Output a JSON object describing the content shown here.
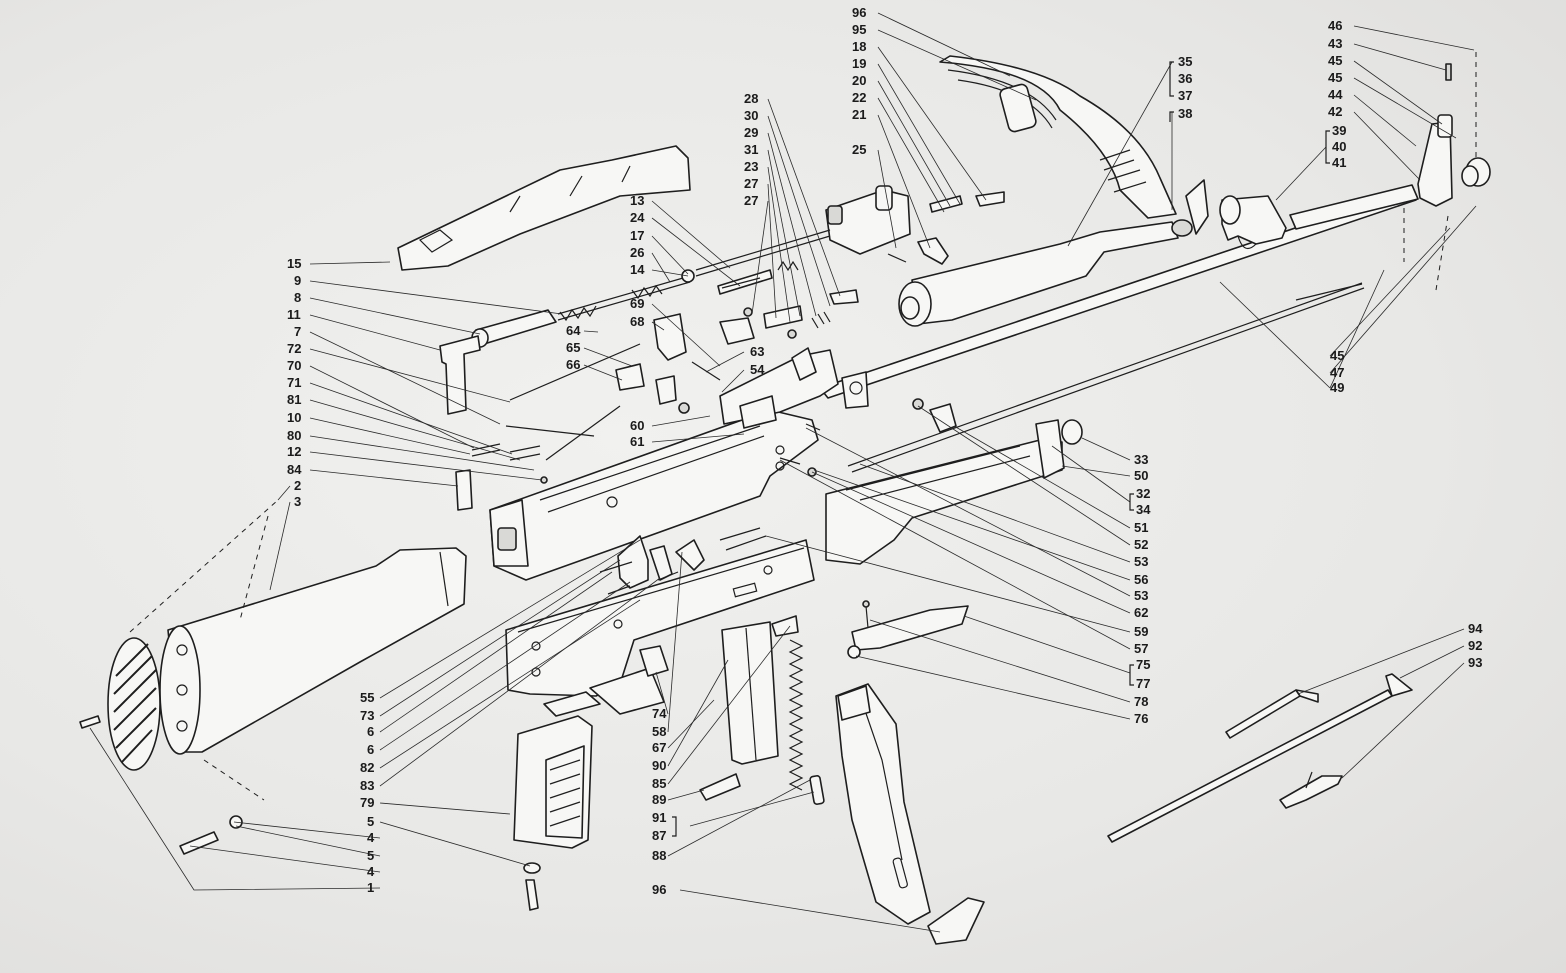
{
  "diagram": {
    "type": "exploded-parts-diagram",
    "callouts": [
      {
        "text": "96"
      },
      {
        "text": "95"
      },
      {
        "text": "18"
      },
      {
        "text": "19"
      },
      {
        "text": "20"
      },
      {
        "text": "22"
      },
      {
        "text": "21"
      },
      {
        "text": "25"
      },
      {
        "text": "28"
      },
      {
        "text": "30"
      },
      {
        "text": "29"
      },
      {
        "text": "31"
      },
      {
        "text": "23"
      },
      {
        "text": "27"
      },
      {
        "text": "27"
      },
      {
        "text": "13"
      },
      {
        "text": "24"
      },
      {
        "text": "17"
      },
      {
        "text": "26"
      },
      {
        "text": "14"
      },
      {
        "text": "69"
      },
      {
        "text": "68"
      },
      {
        "text": "64"
      },
      {
        "text": "65"
      },
      {
        "text": "66"
      },
      {
        "text": "63"
      },
      {
        "text": "54"
      },
      {
        "text": "60"
      },
      {
        "text": "61"
      },
      {
        "text": "15"
      },
      {
        "text": "9"
      },
      {
        "text": "8"
      },
      {
        "text": "11"
      },
      {
        "text": "7"
      },
      {
        "text": "72"
      },
      {
        "text": "70"
      },
      {
        "text": "71"
      },
      {
        "text": "81"
      },
      {
        "text": "10"
      },
      {
        "text": "80"
      },
      {
        "text": "12"
      },
      {
        "text": "84"
      },
      {
        "text": "2"
      },
      {
        "text": "3"
      },
      {
        "text": "35"
      },
      {
        "text": "36"
      },
      {
        "text": "37"
      },
      {
        "text": "38"
      },
      {
        "text": "46"
      },
      {
        "text": "43"
      },
      {
        "text": "45"
      },
      {
        "text": "45"
      },
      {
        "text": "44"
      },
      {
        "text": "42"
      },
      {
        "text": "39"
      },
      {
        "text": "40"
      },
      {
        "text": "41"
      },
      {
        "text": "45"
      },
      {
        "text": "47"
      },
      {
        "text": "49"
      },
      {
        "text": "33"
      },
      {
        "text": "50"
      },
      {
        "text": "32"
      },
      {
        "text": "34"
      },
      {
        "text": "51"
      },
      {
        "text": "52"
      },
      {
        "text": "53"
      },
      {
        "text": "56"
      },
      {
        "text": "53"
      },
      {
        "text": "62"
      },
      {
        "text": "59"
      },
      {
        "text": "57"
      },
      {
        "text": "75"
      },
      {
        "text": "77"
      },
      {
        "text": "78"
      },
      {
        "text": "76"
      },
      {
        "text": "94"
      },
      {
        "text": "92"
      },
      {
        "text": "93"
      },
      {
        "text": "55"
      },
      {
        "text": "73"
      },
      {
        "text": "6"
      },
      {
        "text": "6"
      },
      {
        "text": "82"
      },
      {
        "text": "83"
      },
      {
        "text": "79"
      },
      {
        "text": "5"
      },
      {
        "text": "4"
      },
      {
        "text": "5"
      },
      {
        "text": "4"
      },
      {
        "text": "1"
      },
      {
        "text": "74"
      },
      {
        "text": "58"
      },
      {
        "text": "67"
      },
      {
        "text": "90"
      },
      {
        "text": "85"
      },
      {
        "text": "89"
      },
      {
        "text": "91"
      },
      {
        "text": "87"
      },
      {
        "text": "88"
      },
      {
        "text": "96"
      }
    ]
  }
}
